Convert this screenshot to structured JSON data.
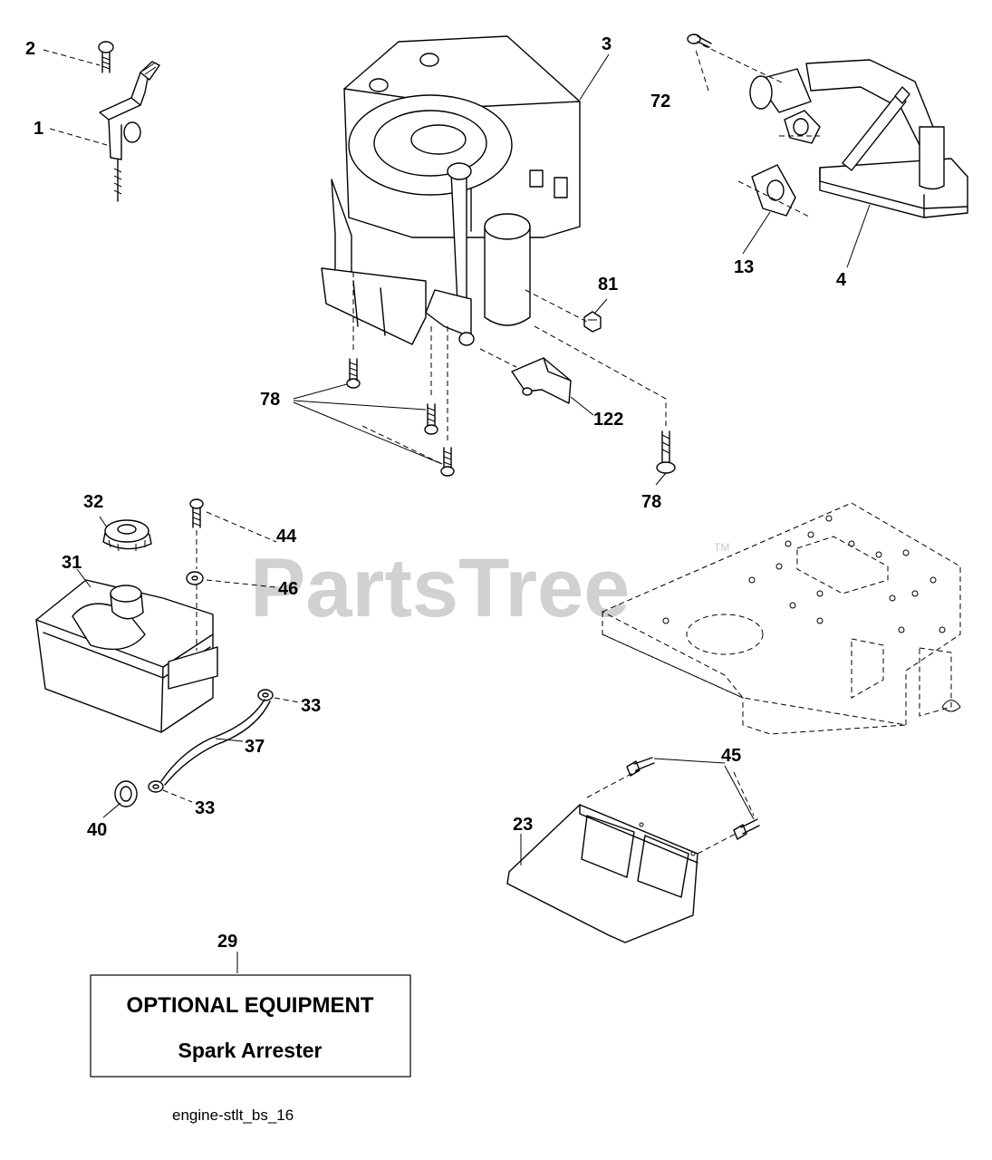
{
  "watermark": {
    "brand": "PartsTree",
    "trademark": "TM"
  },
  "callouts": {
    "c1": "1",
    "c2": "2",
    "c3": "3",
    "c4": "4",
    "c13": "13",
    "c72": "72",
    "c81": "81",
    "c78a": "78",
    "c78b": "78",
    "c122": "122",
    "c32": "32",
    "c31": "31",
    "c44": "44",
    "c46": "46",
    "c33a": "33",
    "c37": "37",
    "c33b": "33",
    "c40": "40",
    "c45": "45",
    "c23": "23",
    "c29": "29"
  },
  "optional_box": {
    "title": "OPTIONAL EQUIPMENT",
    "subtitle": "Spark Arrester"
  },
  "diagram_code": "engine-stlt_bs_16"
}
